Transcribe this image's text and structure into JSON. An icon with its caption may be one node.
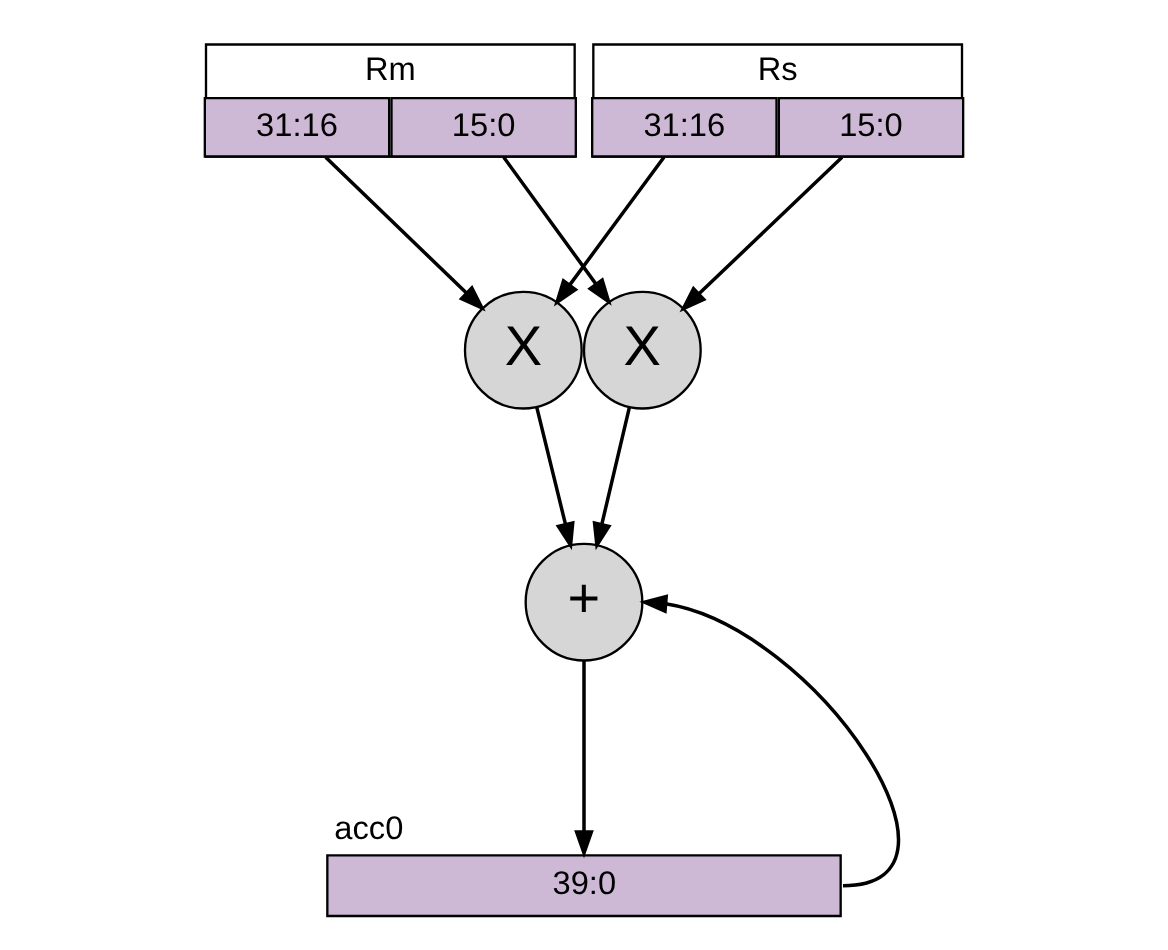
{
  "diagram": {
    "nodes": [
      {
        "text": [
          "Rm"
        ]
      },
      {
        "text": [
          "31:16"
        ],
        "in": 0
      },
      {
        "text": [
          "15:0"
        ],
        "in": 0
      },
      {
        "text": [
          "Rs"
        ]
      },
      {
        "text": [
          "31:16"
        ],
        "in": 3
      },
      {
        "text": [
          "15:0"
        ],
        "in": 3
      },
      {
        "text": [
          "X"
        ]
      },
      {
        "text": [
          "X"
        ]
      },
      {
        "text": [
          "+"
        ]
      },
      {
        "text": [
          "acc0",
          "39:0"
        ]
      }
    ],
    "edges": [
      {
        "from": 1,
        "to": 6,
        "arrow": "to"
      },
      {
        "from": 2,
        "to": 7,
        "arrow": "to"
      },
      {
        "from": 4,
        "to": 6,
        "arrow": "to"
      },
      {
        "from": 5,
        "to": 7,
        "arrow": "to"
      },
      {
        "from": 6,
        "to": 8,
        "arrow": "to"
      },
      {
        "from": 7,
        "to": 8,
        "arrow": "to"
      },
      {
        "from": 8,
        "to": 9,
        "arrow": "to"
      },
      {
        "from": 9,
        "to": 8,
        "arrow": "to"
      }
    ]
  }
}
